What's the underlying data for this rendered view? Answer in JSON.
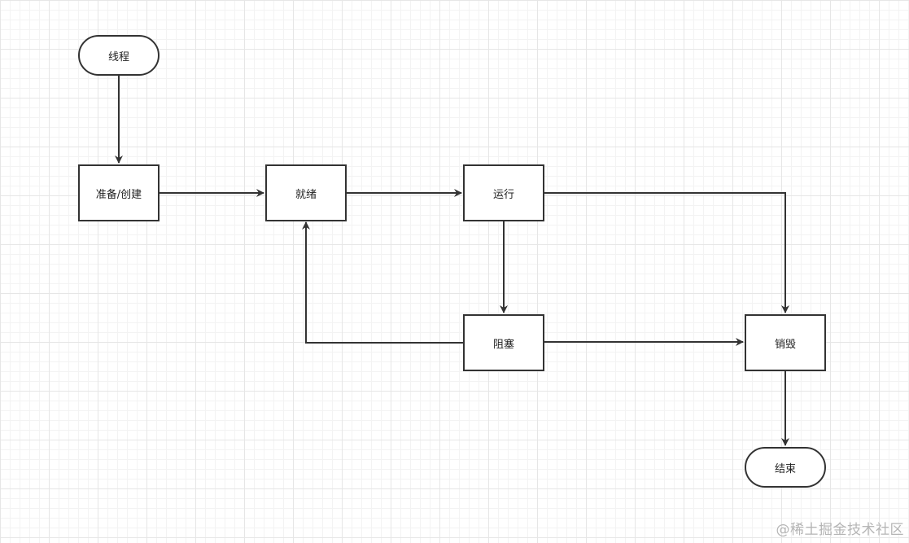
{
  "nodes": {
    "thread": {
      "label": "线程"
    },
    "create": {
      "label": "准备/创建"
    },
    "ready": {
      "label": "就绪"
    },
    "running": {
      "label": "运行"
    },
    "blocked": {
      "label": "阻塞"
    },
    "destroy": {
      "label": "销毁"
    },
    "end": {
      "label": "结束"
    }
  },
  "edges": [
    {
      "from": "thread",
      "to": "create"
    },
    {
      "from": "create",
      "to": "ready"
    },
    {
      "from": "ready",
      "to": "running"
    },
    {
      "from": "running",
      "to": "blocked"
    },
    {
      "from": "running",
      "to": "destroy"
    },
    {
      "from": "blocked",
      "to": "ready"
    },
    {
      "from": "blocked",
      "to": "destroy"
    },
    {
      "from": "destroy",
      "to": "end"
    }
  ],
  "watermark": "@稀土掘金技术社区",
  "colors": {
    "stroke": "#333333",
    "grid": "#e6e6e6"
  }
}
